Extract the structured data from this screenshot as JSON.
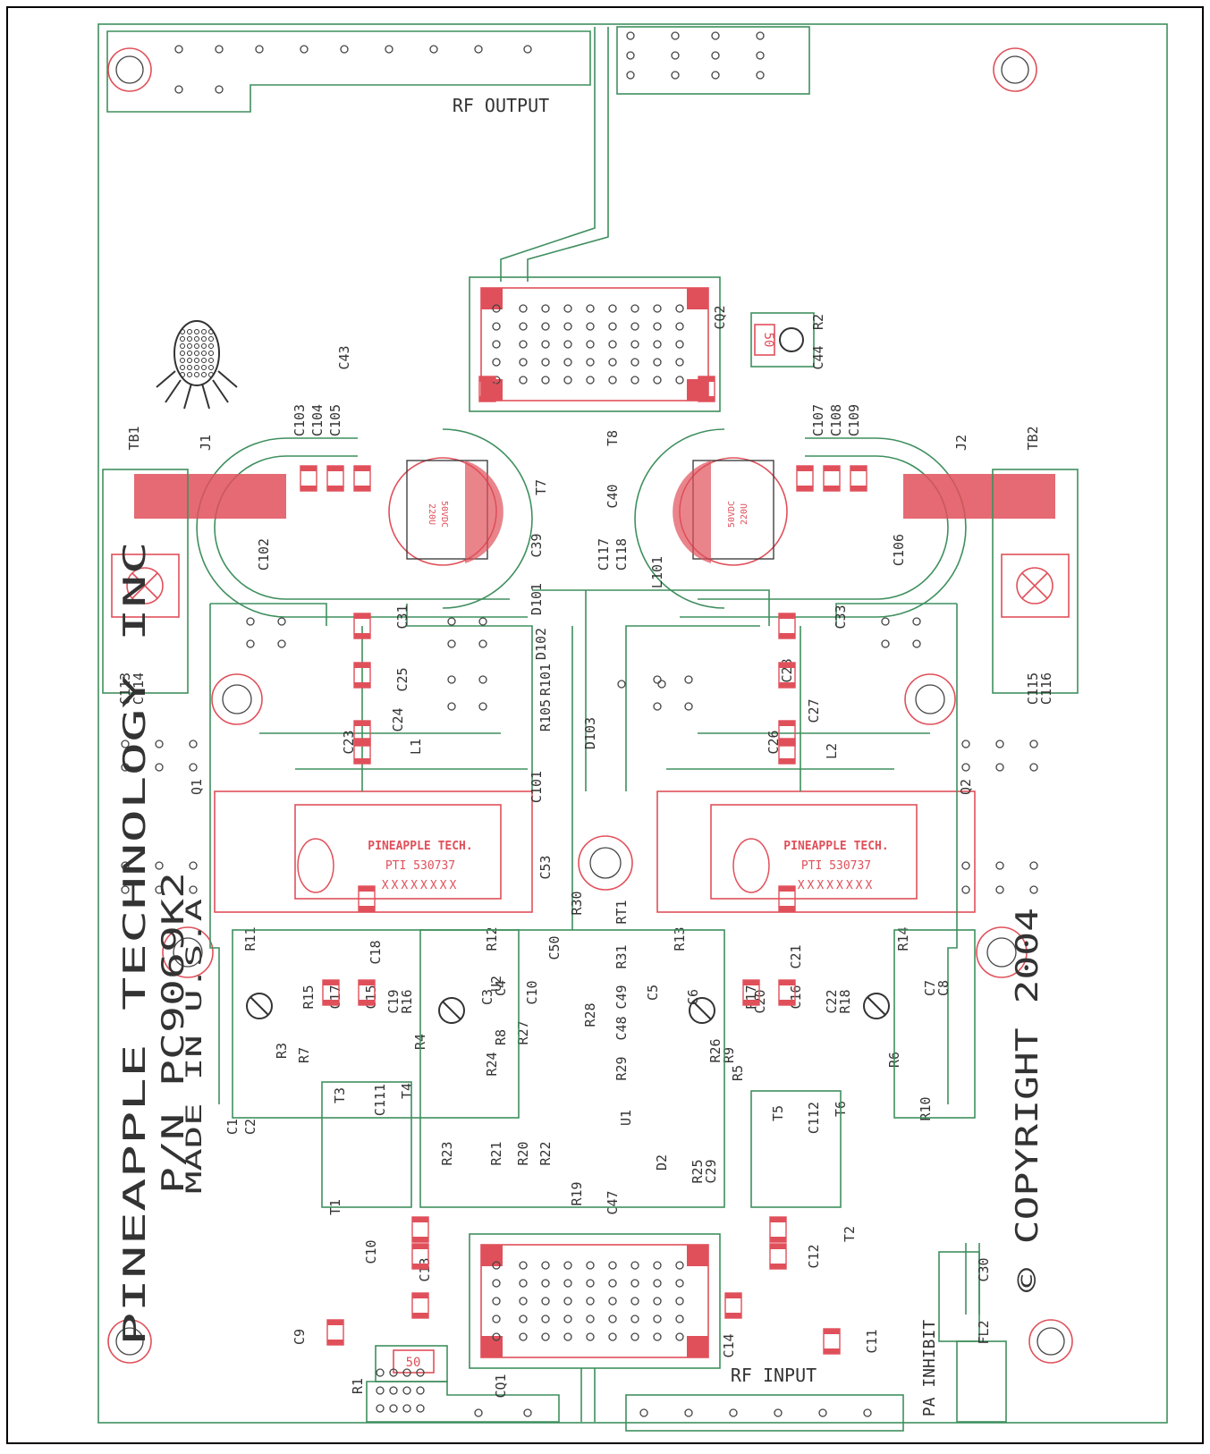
{
  "board": {
    "manufacturer": "PINEAPPLE TECHNOLOGY INC",
    "part_number": "P/N PC9069K2",
    "origin": "MADE IN U.S.A",
    "copyright": "© COPYRIGHT 2004",
    "rf_output": "RF OUTPUT",
    "rf_input": "RF INPUT",
    "pa_inhibit": "PA INHIBIT"
  },
  "modules": [
    {
      "brand": "PINEAPPLE TECH.",
      "model": "PTI 530737",
      "serial": "XXXXXXXX"
    },
    {
      "brand": "PINEAPPLE TECH.",
      "model": "PTI 530737",
      "serial": "XXXXXXXX"
    }
  ],
  "capacitors": {
    "left": {
      "value": "220U",
      "rating": "50VDC"
    },
    "right": {
      "value": "220U",
      "rating": "50VDC"
    }
  },
  "pot_values": {
    "r2": "50",
    "r1": "50"
  },
  "designators": [
    "TB1",
    "J1",
    "C103",
    "C104",
    "C105",
    "C43",
    "T7",
    "C39",
    "T8",
    "C40",
    "C44",
    "CQ2",
    "R2",
    "C107",
    "C108",
    "C109",
    "J2",
    "TB2",
    "C102",
    "C31",
    "C25",
    "C24",
    "C23",
    "L1",
    "C117",
    "C118",
    "L101",
    "D101",
    "D102",
    "R101",
    "R105",
    "D103",
    "C101",
    "C28",
    "C33",
    "C27",
    "L2",
    "C26",
    "C106",
    "C113",
    "C114",
    "C115",
    "C116",
    "Q1",
    "Q2",
    "R11",
    "C18",
    "R12",
    "U2",
    "R30",
    "RT1",
    "C53",
    "C50",
    "R31",
    "R13",
    "C21",
    "R14",
    "C15",
    "C17",
    "C19",
    "R16",
    "R15",
    "C3",
    "C4",
    "C10",
    "C49",
    "C5",
    "C6",
    "C16",
    "C20",
    "R17",
    "C22",
    "R18",
    "C7",
    "C8",
    "R3",
    "R7",
    "R4",
    "R28",
    "R27",
    "C48",
    "R24",
    "R8",
    "R29",
    "R26",
    "R9",
    "R5",
    "R6",
    "R10",
    "C1",
    "C2",
    "T3",
    "C111",
    "T4",
    "T5",
    "C112",
    "T6",
    "R23",
    "R21",
    "R20",
    "R22",
    "R19",
    "U1",
    "D2",
    "R25",
    "C29",
    "C47",
    "T1",
    "C10",
    "T2",
    "C12",
    "C13",
    "C9",
    "CQ1",
    "R1",
    "C14",
    "C11",
    "C30",
    "FL2"
  ]
}
